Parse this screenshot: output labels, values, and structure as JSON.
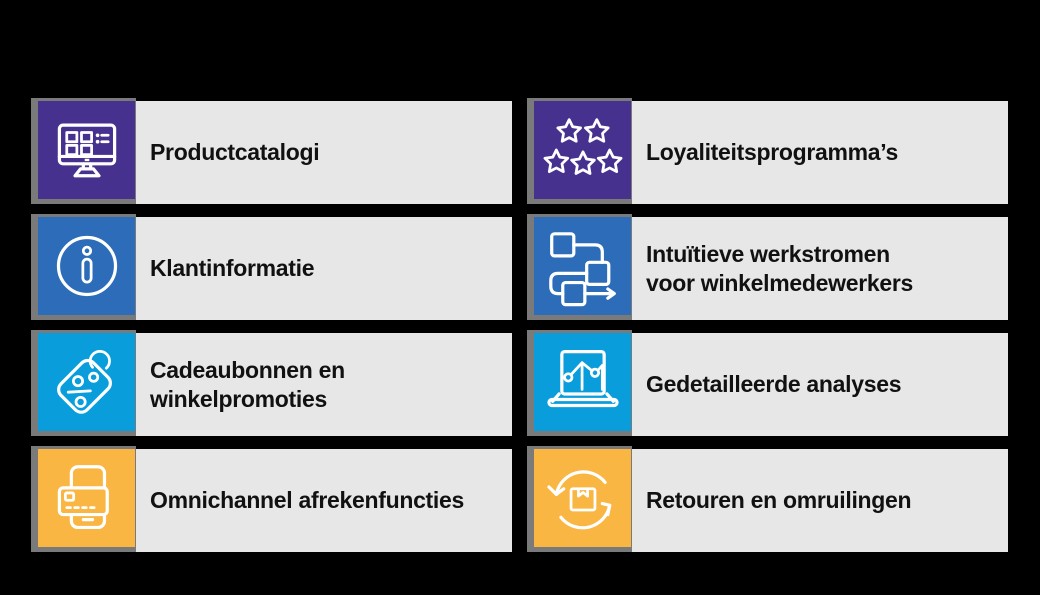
{
  "page": {
    "background": "#000000",
    "label_background": "#e7e7e7",
    "shadow_color": "#7a7a7a",
    "text_color": "#111111"
  },
  "cards": [
    {
      "label_line1": "Productcatalogi",
      "label_line2": "",
      "icon": "monitor-grid-icon",
      "tile_color": "#47318f"
    },
    {
      "label_line1": "Klantinformatie",
      "label_line2": "",
      "icon": "info-circle-icon",
      "tile_color": "#2d6cb8"
    },
    {
      "label_line1": "Cadeaubonnen en",
      "label_line2": "winkelpromoties",
      "icon": "price-tag-icon",
      "tile_color": "#099ddc"
    },
    {
      "label_line1": "Omnichannel afrekenfuncties",
      "label_line2": "",
      "icon": "smartphone-card-icon",
      "tile_color": "#f9b642"
    },
    {
      "label_line1": "Loyaliteitsprogramma’s",
      "label_line2": "",
      "icon": "five-stars-icon",
      "tile_color": "#47318f"
    },
    {
      "label_line1": "Intuïtieve werkstromen",
      "label_line2": "voor winkelmedewerkers",
      "icon": "workflow-icon",
      "tile_color": "#2d6cb8"
    },
    {
      "label_line1": "Gedetailleerde analyses",
      "label_line2": "",
      "icon": "laptop-analytics-icon",
      "tile_color": "#099ddc"
    },
    {
      "label_line1": "Retouren en omruilingen",
      "label_line2": "",
      "icon": "returns-cycle-icon",
      "tile_color": "#f9b642"
    }
  ]
}
